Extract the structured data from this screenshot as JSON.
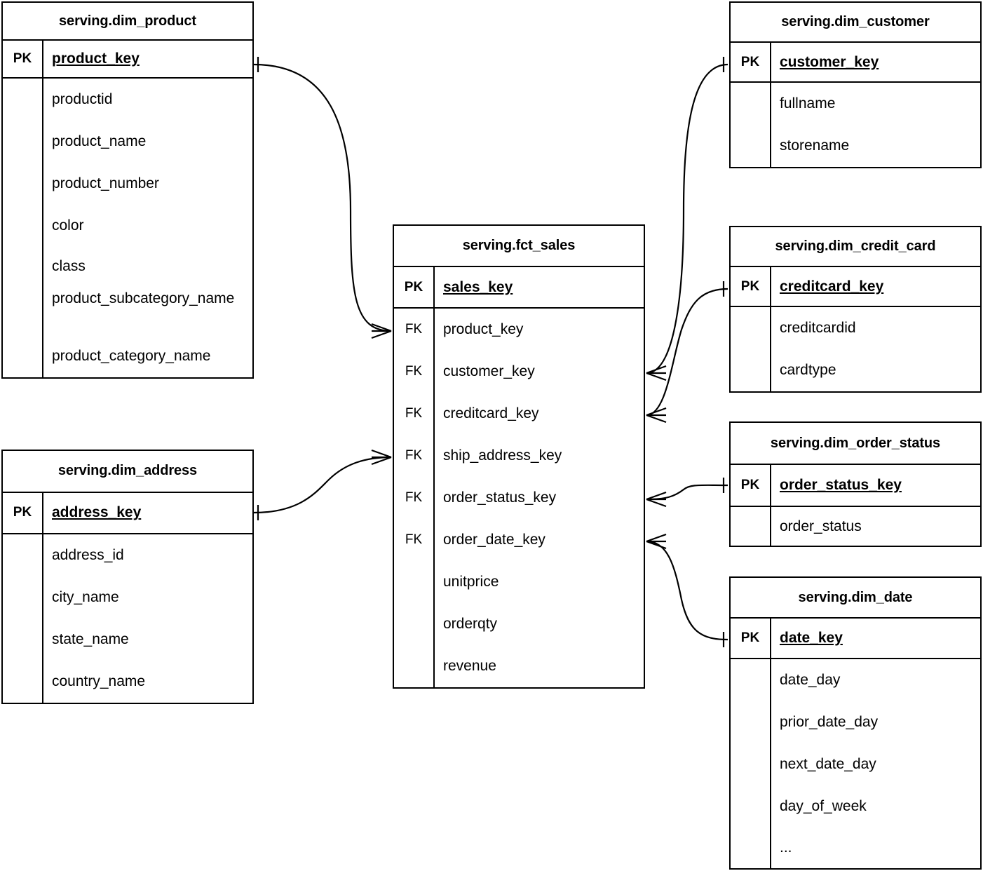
{
  "diagram": {
    "type": "entity-relationship-diagram",
    "notation": "crow's-foot",
    "background_color": "#ffffff",
    "line_color": "#000000",
    "entity_count": 7,
    "relationship_count": 6
  },
  "labels": {
    "pk": "PK",
    "fk": "FK",
    "ellipsis": "..."
  },
  "entities": {
    "dim_product": {
      "title": "serving.dim_product",
      "pk": {
        "key": "PK",
        "name": "product_key"
      },
      "columns": [
        {
          "key": "",
          "name": "productid"
        },
        {
          "key": "",
          "name": "product_name"
        },
        {
          "key": "",
          "name": "product_number"
        },
        {
          "key": "",
          "name": "color"
        },
        {
          "key": "",
          "name": "class"
        },
        {
          "key": "",
          "name": "product_subcategory_name"
        },
        {
          "key": "",
          "name": "product_category_name"
        }
      ]
    },
    "dim_address": {
      "title": "serving.dim_address",
      "pk": {
        "key": "PK",
        "name": "address_key"
      },
      "columns": [
        {
          "key": "",
          "name": "address_id"
        },
        {
          "key": "",
          "name": "city_name"
        },
        {
          "key": "",
          "name": "state_name"
        },
        {
          "key": "",
          "name": "country_name"
        }
      ]
    },
    "fct_sales": {
      "title": "serving.fct_sales",
      "pk": {
        "key": "PK",
        "name": "sales_key"
      },
      "columns": [
        {
          "key": "FK",
          "name": "product_key"
        },
        {
          "key": "FK",
          "name": "customer_key"
        },
        {
          "key": "FK",
          "name": "creditcard_key"
        },
        {
          "key": "FK",
          "name": "ship_address_key"
        },
        {
          "key": "FK",
          "name": "order_status_key"
        },
        {
          "key": "FK",
          "name": "order_date_key"
        },
        {
          "key": "",
          "name": "unitprice"
        },
        {
          "key": "",
          "name": "orderqty"
        },
        {
          "key": "",
          "name": "revenue"
        }
      ]
    },
    "dim_customer": {
      "title": "serving.dim_customer",
      "pk": {
        "key": "PK",
        "name": "customer_key"
      },
      "columns": [
        {
          "key": "",
          "name": "fullname"
        },
        {
          "key": "",
          "name": "storename"
        }
      ]
    },
    "dim_credit_card": {
      "title": "serving.dim_credit_card",
      "pk": {
        "key": "PK",
        "name": "creditcard_key"
      },
      "columns": [
        {
          "key": "",
          "name": "creditcardid"
        },
        {
          "key": "",
          "name": "cardtype"
        }
      ]
    },
    "dim_order_status": {
      "title": "serving.dim_order_status",
      "pk": {
        "key": "PK",
        "name": "order_status_key"
      },
      "columns": [
        {
          "key": "",
          "name": "order_status"
        }
      ]
    },
    "dim_date": {
      "title": "serving.dim_date",
      "pk": {
        "key": "PK",
        "name": "date_key"
      },
      "columns": [
        {
          "key": "",
          "name": "date_day"
        },
        {
          "key": "",
          "name": "prior_date_day"
        },
        {
          "key": "",
          "name": "next_date_day"
        },
        {
          "key": "",
          "name": "day_of_week"
        },
        {
          "key": "",
          "name": "..."
        }
      ]
    }
  },
  "relationships": [
    {
      "from_entity": "serving.dim_product",
      "from_column": "product_key",
      "from_cardinality": "one",
      "to_entity": "serving.fct_sales",
      "to_column": "product_key",
      "to_cardinality": "many"
    },
    {
      "from_entity": "serving.dim_address",
      "from_column": "address_key",
      "from_cardinality": "one",
      "to_entity": "serving.fct_sales",
      "to_column": "ship_address_key",
      "to_cardinality": "many"
    },
    {
      "from_entity": "serving.dim_customer",
      "from_column": "customer_key",
      "from_cardinality": "one",
      "to_entity": "serving.fct_sales",
      "to_column": "customer_key",
      "to_cardinality": "many"
    },
    {
      "from_entity": "serving.dim_credit_card",
      "from_column": "creditcard_key",
      "from_cardinality": "one",
      "to_entity": "serving.fct_sales",
      "to_column": "creditcard_key",
      "to_cardinality": "many"
    },
    {
      "from_entity": "serving.dim_order_status",
      "from_column": "order_status_key",
      "from_cardinality": "one",
      "to_entity": "serving.fct_sales",
      "to_column": "order_status_key",
      "to_cardinality": "many"
    },
    {
      "from_entity": "serving.dim_date",
      "from_column": "date_key",
      "from_cardinality": "one",
      "to_entity": "serving.fct_sales",
      "to_column": "order_date_key",
      "to_cardinality": "many"
    }
  ]
}
